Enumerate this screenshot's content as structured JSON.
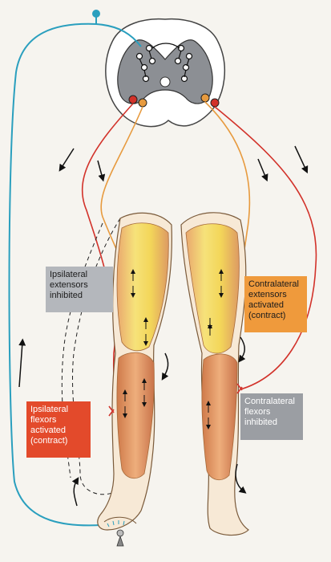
{
  "labels": {
    "ipsilateral_extensors": [
      "Ipsilateral",
      "extensors",
      "inhibited"
    ],
    "contralateral_extensors": [
      "Contralateral",
      "extensors",
      "activated",
      "(contract)"
    ],
    "ipsilateral_flexors": [
      "Ipsilateral",
      "flexors",
      "activated",
      "(contract)"
    ],
    "contralateral_flexors": [
      "Contralateral",
      "flexors",
      "inhibited"
    ]
  },
  "colors": {
    "sensory_neuron": "#2a9fbe",
    "motor_neuron_red": "#d2322a",
    "motor_neuron_orange": "#e79a3e",
    "gray_matter": "#8c8f94",
    "muscle_yellow": "#f1d85c",
    "muscle_orange": "#e59a63",
    "label_gray": "#b4b7bc",
    "label_orange": "#ef9a3c",
    "label_red": "#e34a2b",
    "label_dark_gray": "#9b9ea3"
  },
  "icons": [
    "stimulus-pin-icon",
    "direction-arrow-icon",
    "synapse-terminal-icon"
  ]
}
